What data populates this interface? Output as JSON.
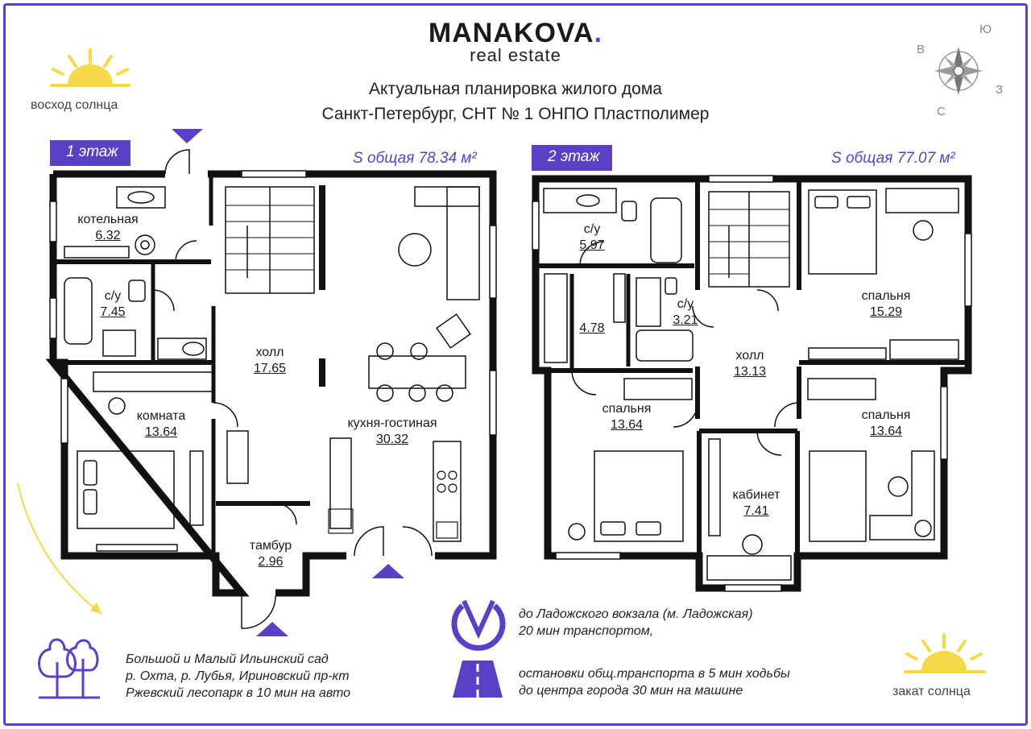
{
  "brand": {
    "name": "MANAKOVA",
    "dot": ".",
    "tagline": "real estate"
  },
  "title": {
    "line1": "Актуальная  планировка жилого дома",
    "line2": "Санкт-Петербург, СНТ № 1 ОНПО Пластполимер"
  },
  "sunrise_label": "восход солнца",
  "sunset_label": "закат солнца",
  "compass": {
    "n": "Ю",
    "w": "В",
    "e": "З",
    "s": "С"
  },
  "floor1": {
    "tag": "1 этаж",
    "total": "S общая 78.34 м²",
    "rooms": [
      {
        "name": "котельная",
        "area": "6.32"
      },
      {
        "name": "с/у",
        "area": "7.45"
      },
      {
        "name": "холл",
        "area": "17.65"
      },
      {
        "name": "комната",
        "area": "13.64"
      },
      {
        "name": "кухня-гостиная",
        "area": "30.32"
      },
      {
        "name": "тамбур",
        "area": "2.96"
      }
    ]
  },
  "floor2": {
    "tag": "2 этаж",
    "total": "S общая 77.07 м²",
    "rooms": [
      {
        "name": "с/у",
        "area": "5.97"
      },
      {
        "name": "",
        "area": "4.78"
      },
      {
        "name": "с/у",
        "area": "3.21"
      },
      {
        "name": "холл",
        "area": "13.13"
      },
      {
        "name": "спальня",
        "area": "15.29"
      },
      {
        "name": "спальня",
        "area": "13.64"
      },
      {
        "name": "спальня",
        "area": "13.64"
      },
      {
        "name": "кабинет",
        "area": "7.41"
      }
    ]
  },
  "info": {
    "parks": [
      "Большой и Малый Ильинский сад",
      "р. Охта, р. Лубья, Ириновский пр-кт",
      "Ржевский лесопарк в 10 мин на авто"
    ],
    "metro": [
      "до Ладожского вокзала (м. Ладожская)",
      "20 мин транспортом,"
    ],
    "transport": [
      "остановки общ.транспорта в 5 мин ходьбы",
      "до центра города 30 мин на машине"
    ]
  },
  "colors": {
    "accent": "#5b3fc4",
    "sun": "#f5d94a",
    "wall": "#111111"
  }
}
